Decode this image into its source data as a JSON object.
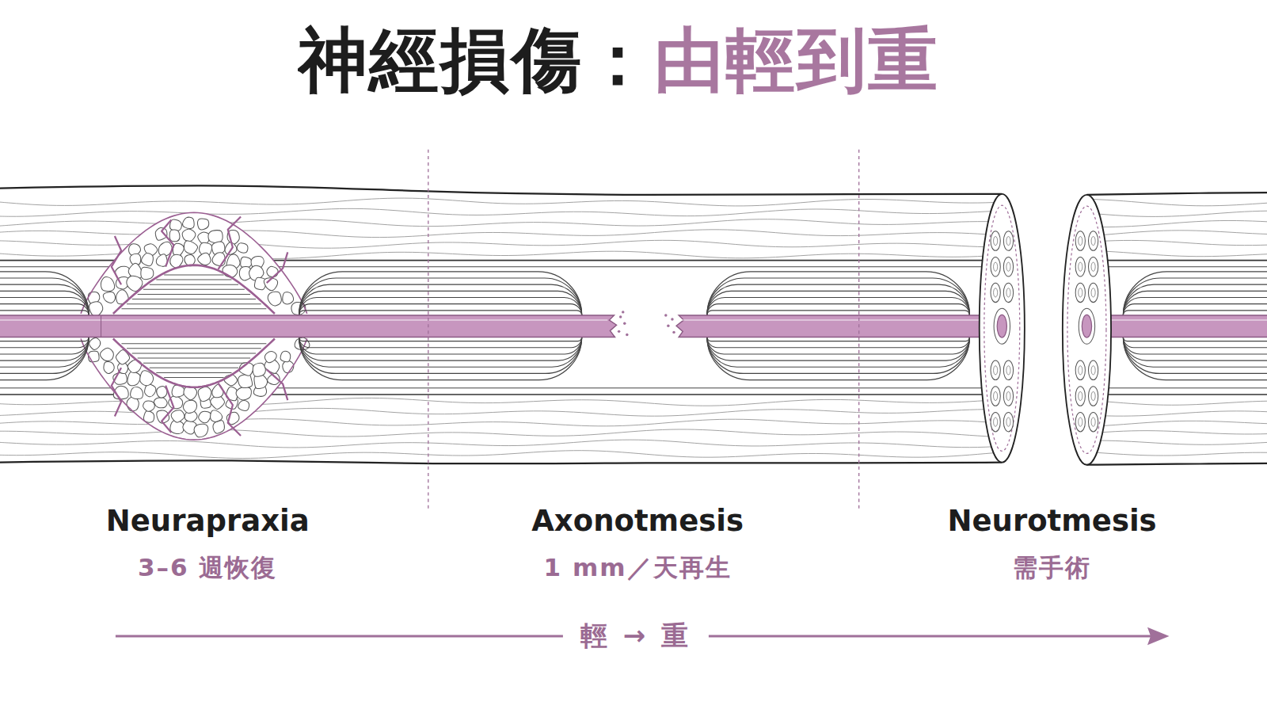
{
  "diagram": {
    "title": "神經損傷：由輕到重",
    "labels": [
      "Neurapraxia",
      "3–6 週恢復",
      "Axonotmesis",
      "1 mm／天再生",
      "Neurotmesis",
      "需手術",
      "輕 → 重"
    ]
  }
}
